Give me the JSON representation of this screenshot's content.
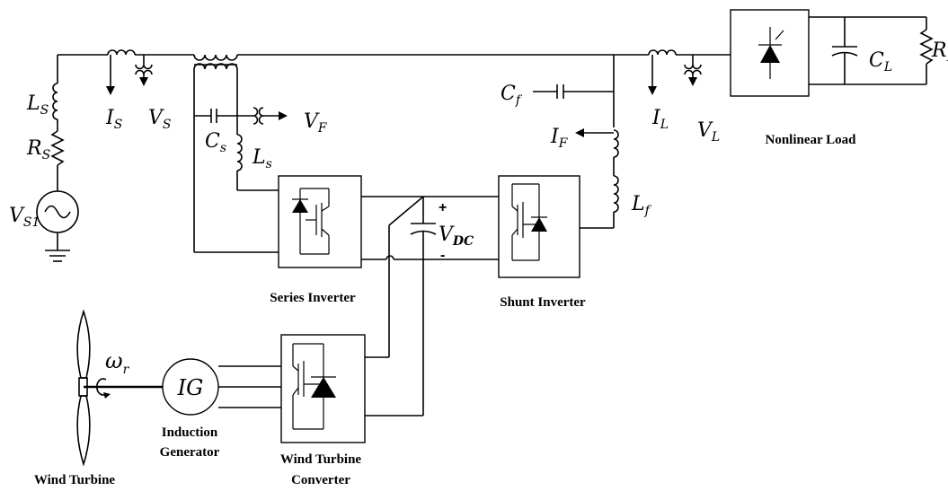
{
  "labels": {
    "nonlinear_load": "Nonlinear Load",
    "series_inverter": "Series Inverter",
    "shunt_inverter": "Shunt Inverter",
    "wind_turbine_converter_1": "Wind Turbine",
    "wind_turbine_converter_2": "Converter",
    "induction_generator_1": "Induction",
    "induction_generator_2": "Generator",
    "wind_turbine": "Wind Turbine"
  },
  "symbols": {
    "LS": {
      "main": "L",
      "sub": "S"
    },
    "RS": {
      "main": "R",
      "sub": "S"
    },
    "VS1": {
      "main": "V",
      "sub": "S1"
    },
    "IS": {
      "main": "I",
      "sub": "S"
    },
    "VS": {
      "main": "V",
      "sub": "S"
    },
    "Cs": {
      "main": "C",
      "sub": "s"
    },
    "Ls": {
      "main": "L",
      "sub": "s"
    },
    "VF": {
      "main": "V",
      "sub": "F"
    },
    "Cf": {
      "main": "C",
      "sub": "f"
    },
    "IF": {
      "main": "I",
      "sub": "F"
    },
    "Lf": {
      "main": "L",
      "sub": "f"
    },
    "IL": {
      "main": "I",
      "sub": "L"
    },
    "VL": {
      "main": "V",
      "sub": "L"
    },
    "CL": {
      "main": "C",
      "sub": "L"
    },
    "RL": {
      "main": "R",
      "sub": "L"
    },
    "VDC": {
      "main": "V",
      "sub": "DC"
    },
    "omega": {
      "main": "ω",
      "sub": "r"
    },
    "IG": "IG",
    "plus": "+",
    "minus": "-"
  }
}
